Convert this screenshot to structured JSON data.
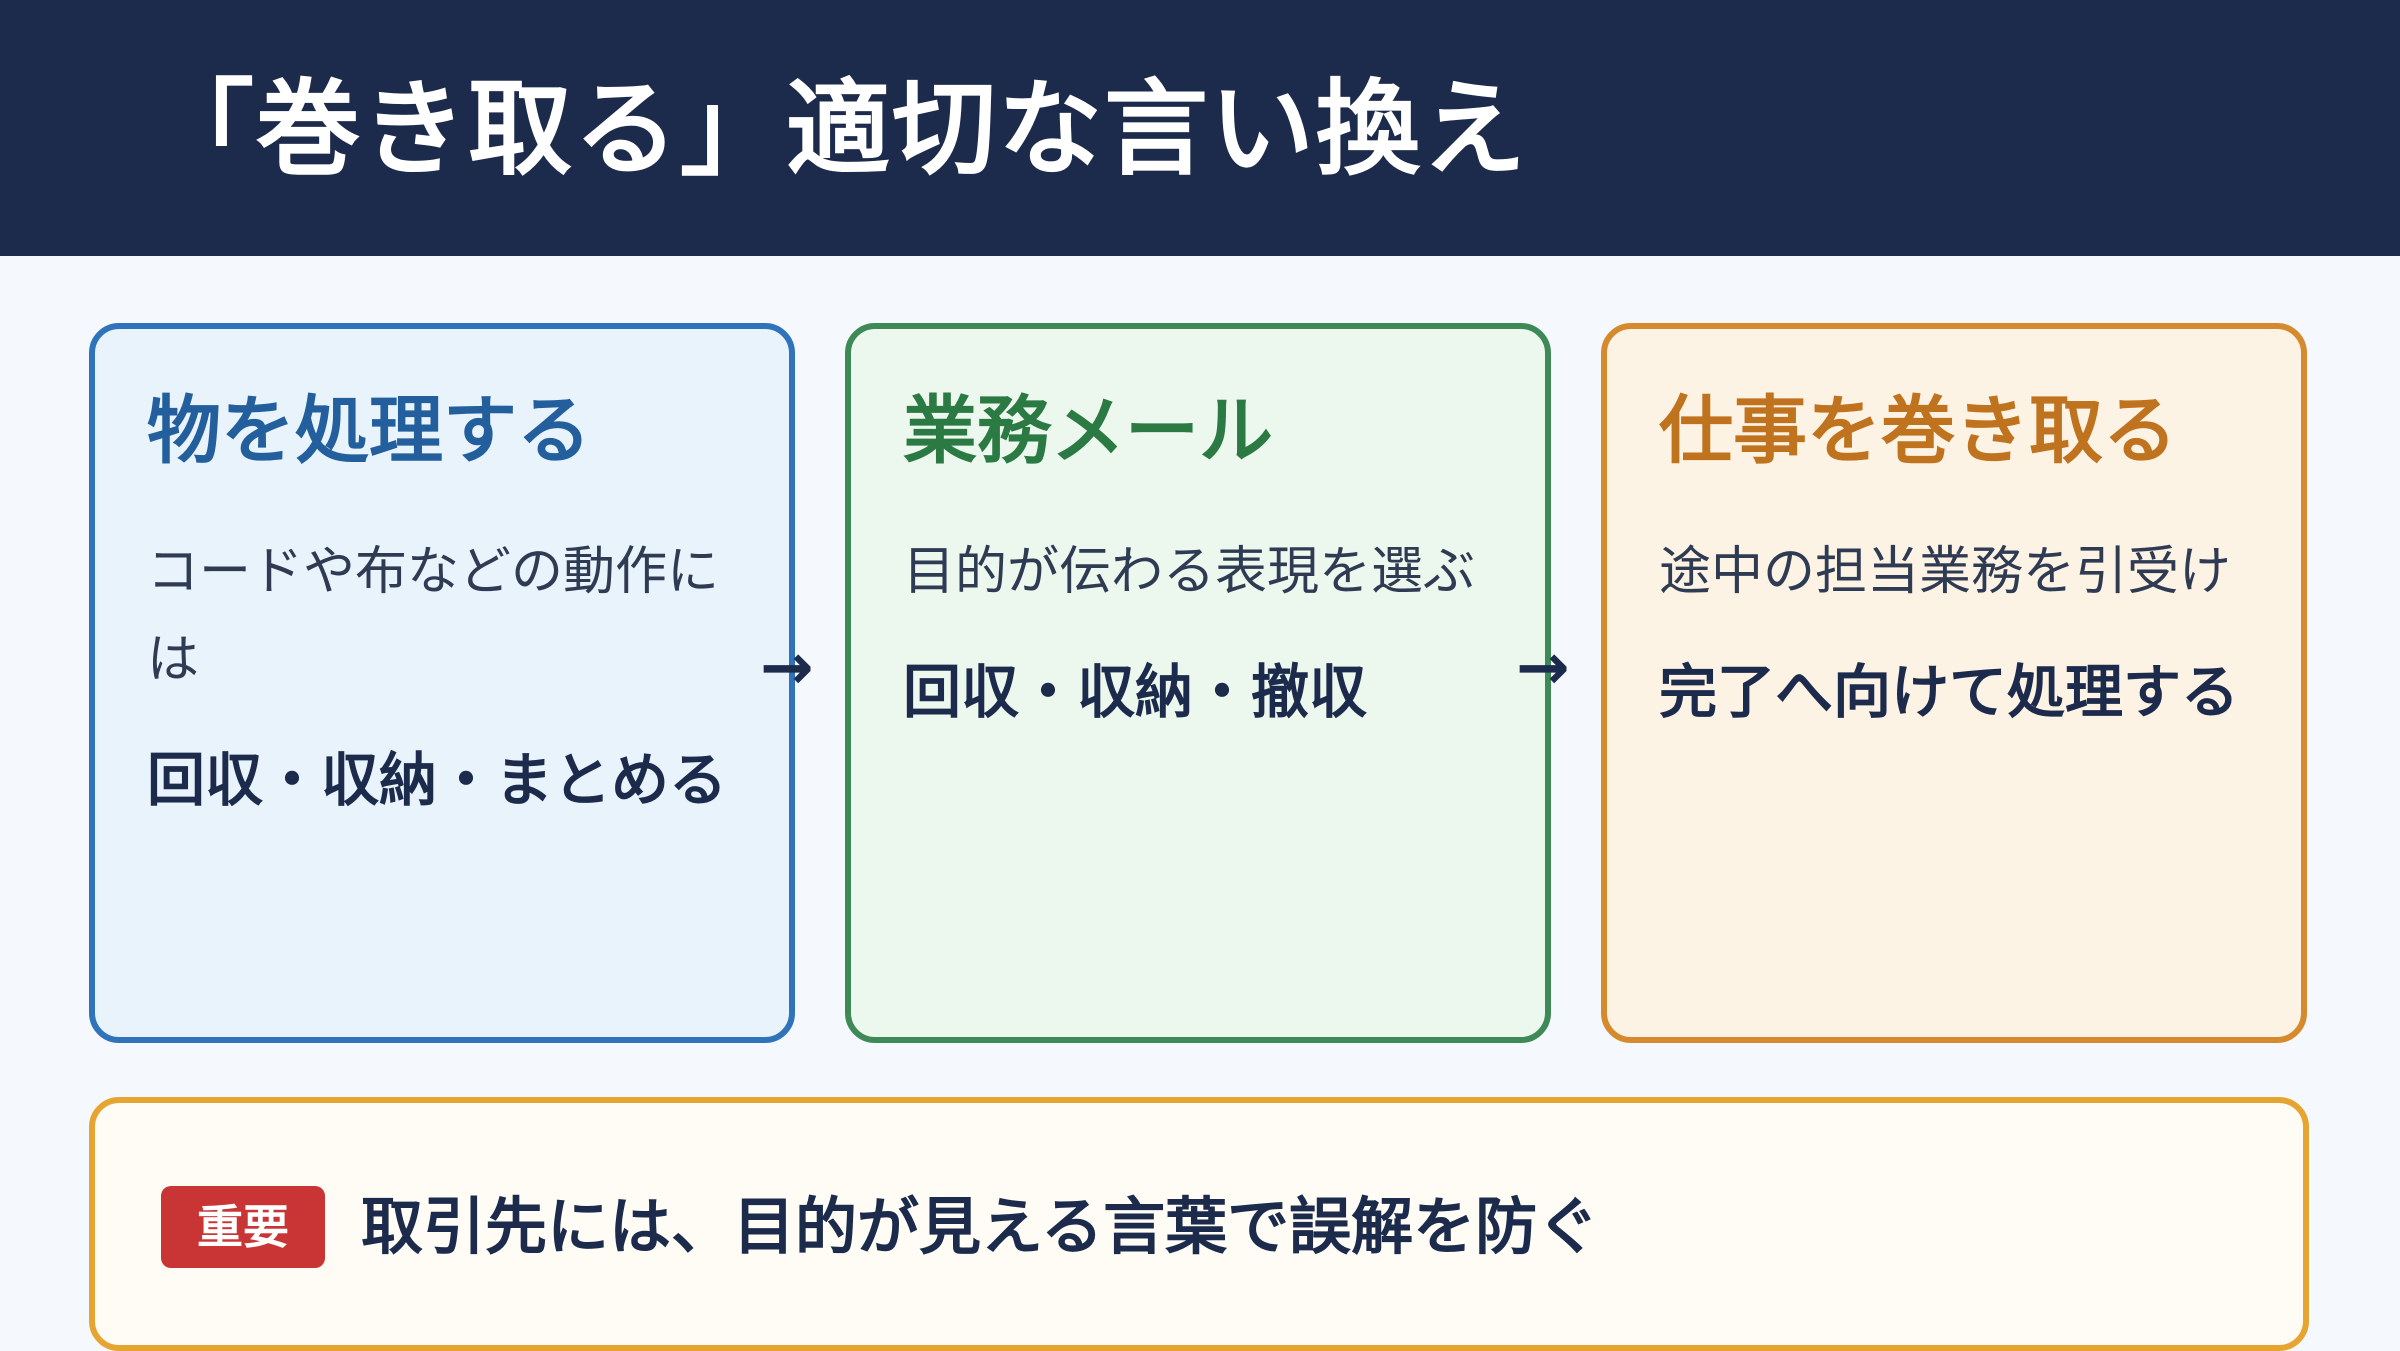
{
  "header": {
    "title": "「巻き取る」適切な言い換え"
  },
  "cards": [
    {
      "heading": "物を処理する",
      "description": "コードや布などの動作には",
      "result": "回収・収納・まとめる"
    },
    {
      "heading": "業務メール",
      "description": "目的が伝わる表現を選ぶ",
      "result": "回収・収納・撤収"
    },
    {
      "heading": "仕事を巻き取る",
      "description": "途中の担当業務を引受け",
      "result": "完了へ向けて処理する"
    }
  ],
  "arrows": [
    "→",
    "→"
  ],
  "note": {
    "badge": "重要",
    "text": "取引先には、目的が見える言葉で誤解を防ぐ"
  },
  "colors": {
    "header_bg": "#1c2a4b",
    "card_blue": "#2f73bb",
    "card_green": "#3e8a56",
    "card_orange": "#d58b2d",
    "note_border": "#e6a531",
    "badge_bg": "#c93434"
  }
}
